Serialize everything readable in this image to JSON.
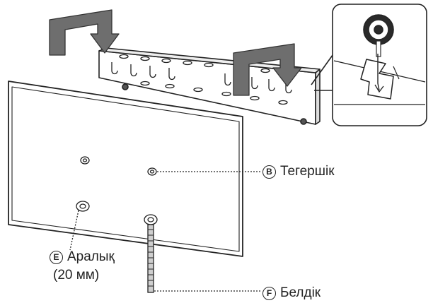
{
  "labels": {
    "b": {
      "letter": "B",
      "text": "Тегершік"
    },
    "e": {
      "letter": "E",
      "text": "Аралық",
      "subtext": "(20 мм)"
    },
    "f": {
      "letter": "F",
      "text": "Белдік"
    }
  },
  "colors": {
    "line": "#222222",
    "fill": "#ffffff",
    "shade": "#d9d9d9",
    "arrow": "#6e6e6e",
    "arrow_edge": "#333333"
  }
}
